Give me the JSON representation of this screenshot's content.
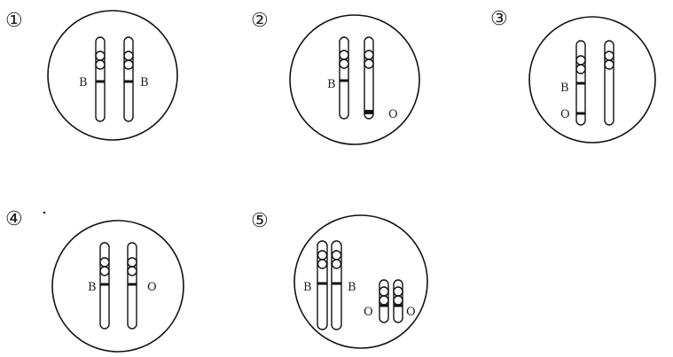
{
  "panels": [
    {
      "number": "①",
      "chromosomes": [
        {
          "label": "B",
          "label_side": "left",
          "kind": "long",
          "band": "B"
        },
        {
          "label": "B",
          "label_side": "right",
          "kind": "long",
          "band": "B"
        }
      ]
    },
    {
      "number": "②",
      "chromosomes": [
        {
          "label": "B",
          "label_side": "left",
          "kind": "long",
          "band": "B"
        },
        {
          "label": "O",
          "label_side": "right",
          "kind": "long",
          "band": "tip"
        }
      ]
    },
    {
      "number": "③",
      "chromosomes": [
        {
          "labels": [
            "B",
            "O"
          ],
          "label_side": "left",
          "kind": "long",
          "band": "B+O"
        },
        {
          "label": "",
          "kind": "long",
          "band": "none"
        }
      ]
    },
    {
      "number": "④",
      "chromosomes": [
        {
          "label": "B",
          "label_side": "left",
          "kind": "long",
          "band": "B"
        },
        {
          "label": "O",
          "label_side": "right",
          "kind": "long",
          "band": "B"
        }
      ]
    },
    {
      "number": "⑤",
      "chromosomes": [
        {
          "label": "B",
          "label_side": "left",
          "kind": "long-pair",
          "band": "B"
        },
        {
          "label": "B",
          "label_side": "right",
          "kind": "long-pair",
          "band": "B"
        },
        {
          "label": "O",
          "label_side": "left",
          "kind": "short-pair",
          "band": "O"
        },
        {
          "label": "O",
          "label_side": "right",
          "kind": "short-pair",
          "band": "O"
        }
      ]
    }
  ],
  "colors": {
    "ink": "#111111",
    "background": "#ffffff"
  }
}
